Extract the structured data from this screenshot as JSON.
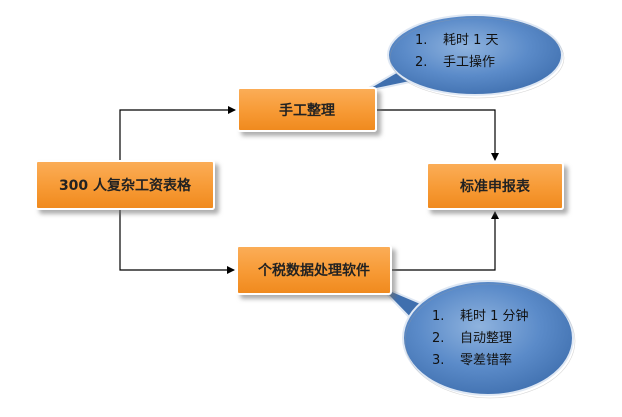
{
  "nodes": {
    "source": "300 人复杂工资表格",
    "manual": "手工整理",
    "software": "个税数据处理软件",
    "standard": "标准申报表"
  },
  "callouts": {
    "manual_notes": [
      {
        "num": "1.",
        "text": "耗时 1 天"
      },
      {
        "num": "2.",
        "text": "手工操作"
      }
    ],
    "software_notes": [
      {
        "num": "1.",
        "text": "耗时 1 分钟"
      },
      {
        "num": "2.",
        "text": "自动整理"
      },
      {
        "num": "3.",
        "text": "零差错率"
      }
    ]
  },
  "colors": {
    "node_fill": "#f79a35",
    "callout_fill": "#4c7ec0",
    "connector": "#000000"
  }
}
